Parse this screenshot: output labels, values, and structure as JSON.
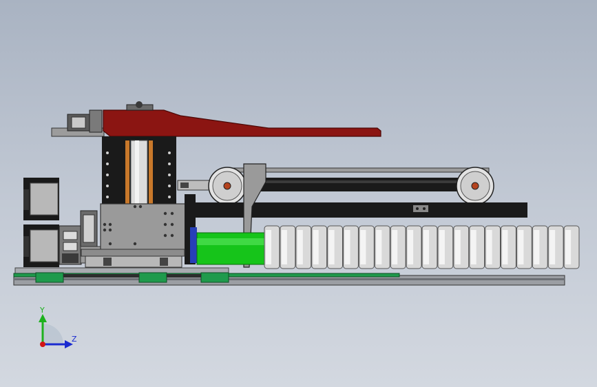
{
  "viewport": {
    "background_top": "#a9b3c2",
    "background_bottom": "#d3d8e0"
  },
  "colors": {
    "arm_red": "#8b1512",
    "frame_black": "#1a1a1a",
    "plate_gray": "#9a9a9a",
    "rail_green": "#1f9a4c",
    "roller_green": "#16c41a",
    "roller_disc": "#d9d9d9",
    "copper": "#c8782a",
    "pulley_center": "#b4431e"
  },
  "roller_discs": 20,
  "triad": {
    "y_label": "Y",
    "z_label": "Z",
    "y_color": "#1db11d",
    "z_color": "#1a2ad0",
    "x_color": "#d21414"
  }
}
